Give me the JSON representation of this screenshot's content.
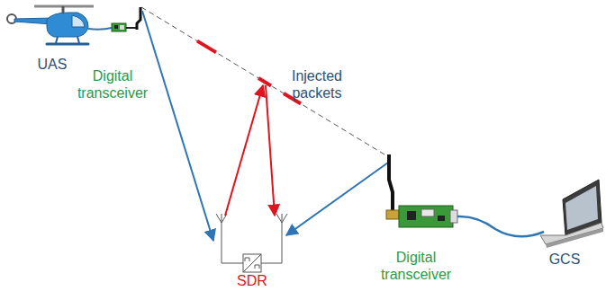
{
  "diagram": {
    "labels": [
      "UAS",
      "Digital transceiver",
      "Injected packets",
      "Digital transceiver",
      "SDR",
      "GCS"
    ]
  }
}
